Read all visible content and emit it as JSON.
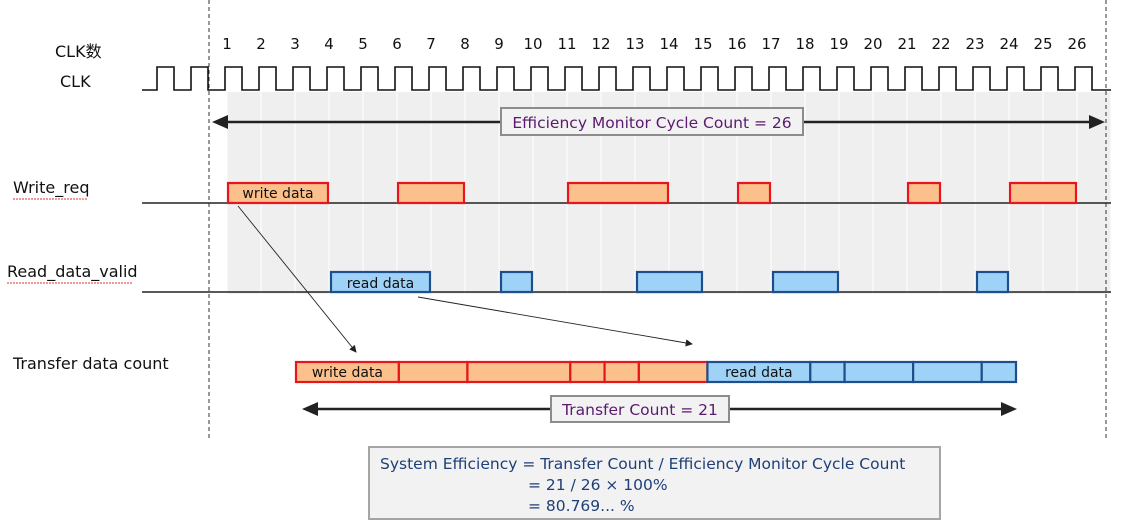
{
  "labels": {
    "clk_count": "CLK数",
    "clk": "CLK",
    "write_req": "Write_req",
    "read_data_valid": "Read_data_valid",
    "transfer_data_count": "Transfer data count"
  },
  "clock_numbers": [
    "1",
    "2",
    "3",
    "4",
    "5",
    "6",
    "7",
    "8",
    "9",
    "10",
    "11",
    "12",
    "13",
    "14",
    "15",
    "16",
    "17",
    "18",
    "19",
    "20",
    "21",
    "22",
    "23",
    "24",
    "25",
    "26"
  ],
  "cycle_count_label": "Efficiency Monitor Cycle Count = 26",
  "transfer_count_label": "Transfer Count = 21",
  "write_box_label": "write data",
  "read_box_label": "read data",
  "write_req_bursts_cycles": [
    [
      1,
      3
    ],
    [
      6,
      7
    ],
    [
      11,
      13
    ],
    [
      16,
      16
    ],
    [
      21,
      21
    ],
    [
      24,
      25
    ]
  ],
  "read_valid_bursts_cycles": [
    [
      4,
      6
    ],
    [
      9,
      9
    ],
    [
      13,
      14
    ],
    [
      17,
      18
    ],
    [
      23,
      23
    ]
  ],
  "transfer_segments": {
    "write_cycles": [
      3,
      2,
      3,
      1,
      1,
      2
    ],
    "read_cycles": [
      3,
      1,
      2,
      2,
      1
    ]
  },
  "equation": {
    "line1": "System Efficiency = Transfer Count / Efficiency Monitor Cycle Count",
    "line2": "= 21 / 26 × 100%",
    "line3": "= 80.769... %"
  },
  "colors": {
    "write_fill": "#fbc08b",
    "write_stroke": "#e8161c",
    "read_fill": "#9fd2f7",
    "read_stroke": "#1f4e8c",
    "shade": "#efefef",
    "label_box_border": "#8c8c8c",
    "label_text": "#5a1a6e",
    "equation_text": "#1f3f77"
  }
}
